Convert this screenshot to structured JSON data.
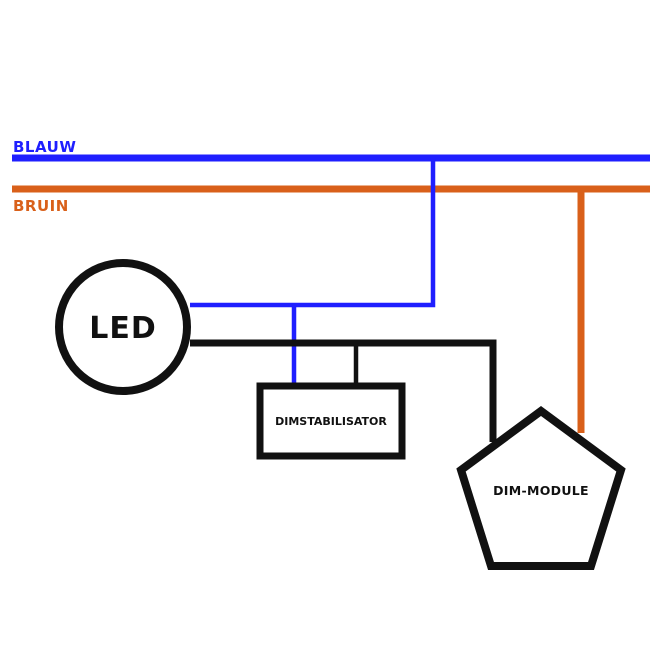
{
  "labels": {
    "blue_wire": "BLAUW",
    "brown_wire": "BRUIN",
    "led": "LED",
    "stabilizer": "DIMSTABILISATOR",
    "dim_module": "DIM-MODULE"
  },
  "colors": {
    "blue": "#1f1fff",
    "brown": "#d9601a",
    "black": "#111111",
    "background": "#ffffff"
  }
}
